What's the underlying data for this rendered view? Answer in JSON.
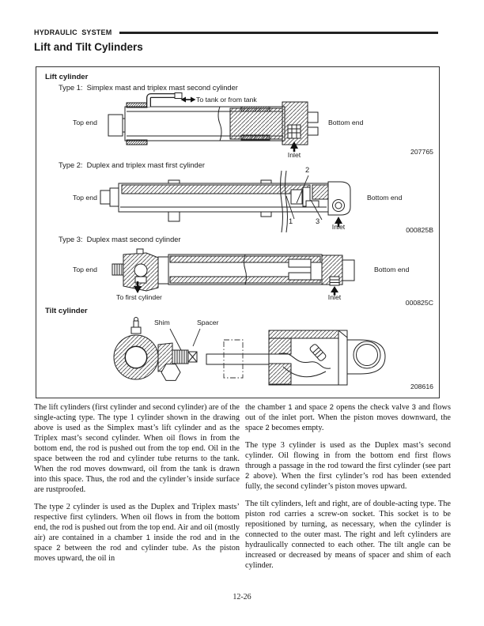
{
  "header": {
    "section_title": "HYDRAULIC  SYSTEM"
  },
  "page_title": "Lift and Tilt Cylinders",
  "figure": {
    "lift_cylinder_heading": "Lift cylinder",
    "tilt_cylinder_heading": "Tilt cylinder",
    "type1": {
      "caption": "Type 1:  Simplex mast and triplex mast second cylinder",
      "tank_label": "To tank or from tank",
      "top_end_label": "Top end",
      "bottom_end_label": "Bottom end",
      "inlet_label": "Inlet",
      "figure_number": "207765"
    },
    "type2": {
      "caption": "Type 2:  Duplex and triplex mast first cylinder",
      "top_end_label": "Top end",
      "bottom_end_label": "Bottom end",
      "inlet_label": "Inlet",
      "callouts": {
        "c1": "1",
        "c2": "2",
        "c3": "3"
      },
      "figure_number": "000825B"
    },
    "type3": {
      "caption": "Type 3:  Duplex mast second cylinder",
      "top_end_label": "Top end",
      "bottom_end_label": "Bottom end",
      "to_first_cylinder_label": "To first cylinder",
      "inlet_label": "Inlet",
      "figure_number": "000825C"
    },
    "tilt": {
      "shim_label": "Shim",
      "spacer_label": "Spacer",
      "figure_number": "208616"
    }
  },
  "body": {
    "left_column": [
      {
        "segments": [
          {
            "text": "The lift cylinders (first cylinder and second cylinder) are of the single-acting type. The type 1 cylinder shown in the drawing above is used as the Simplex mast’s lift cylinder and as the Triplex mast’s second cylinder. When oil flows in from the bottom end, the rod is pushed out from the top end.  Oil in the space between the rod and cylinder tube returns to the tank.  When the rod moves downward, oil from the tank is drawn into this space.  Thus, the rod and the cylinder’s inside surface are rustproofed."
          }
        ]
      },
      {
        "segments": [
          {
            "text": "The type 2 cylinder is used as the Duplex and Triplex masts’ respective first cylinders. When oil flows in from the bottom end, the rod is pushed out from the top end.  Air and oil (mostly air) are contained in a chamber "
          },
          {
            "callout": "1"
          },
          {
            "text": " inside the rod and in the space "
          },
          {
            "callout": "2"
          },
          {
            "text": " between the rod and cylinder tube.  As the piston moves upward, the oil in"
          }
        ]
      }
    ],
    "right_column": [
      {
        "segments": [
          {
            "text": "the chamber "
          },
          {
            "callout": "1"
          },
          {
            "text": " and space "
          },
          {
            "callout": "2"
          },
          {
            "text": " opens the check valve "
          },
          {
            "callout": "3"
          },
          {
            "text": " and flows out of the inlet port.  When the piston moves downward, the space "
          },
          {
            "callout": "2"
          },
          {
            "text": " becomes empty."
          }
        ]
      },
      {
        "segments": [
          {
            "text": "The type 3 cylinder is used as the Duplex mast’s second cylinder.  Oil flowing in from the bottom end first flows through a passage in the rod toward the first cylinder (see part "
          },
          {
            "callout": "2"
          },
          {
            "text": " above).  When the first cylinder’s rod has been extended fully, the second cylinder’s piston moves upward."
          }
        ]
      },
      {
        "segments": [
          {
            "text": "The tilt cylinders, left and right, are of double-acting type.  The piston rod carries a screw-on socket.  This socket is to be repositioned by turning, as necessary, when the cylinder is connected to the outer mast.  The right and left cylinders are hydraulically connected to each other.  The tilt angle can be increased or decreased by means of spacer and shim of each cylinder."
          }
        ]
      }
    ]
  },
  "footer": {
    "page_number": "12-26"
  }
}
